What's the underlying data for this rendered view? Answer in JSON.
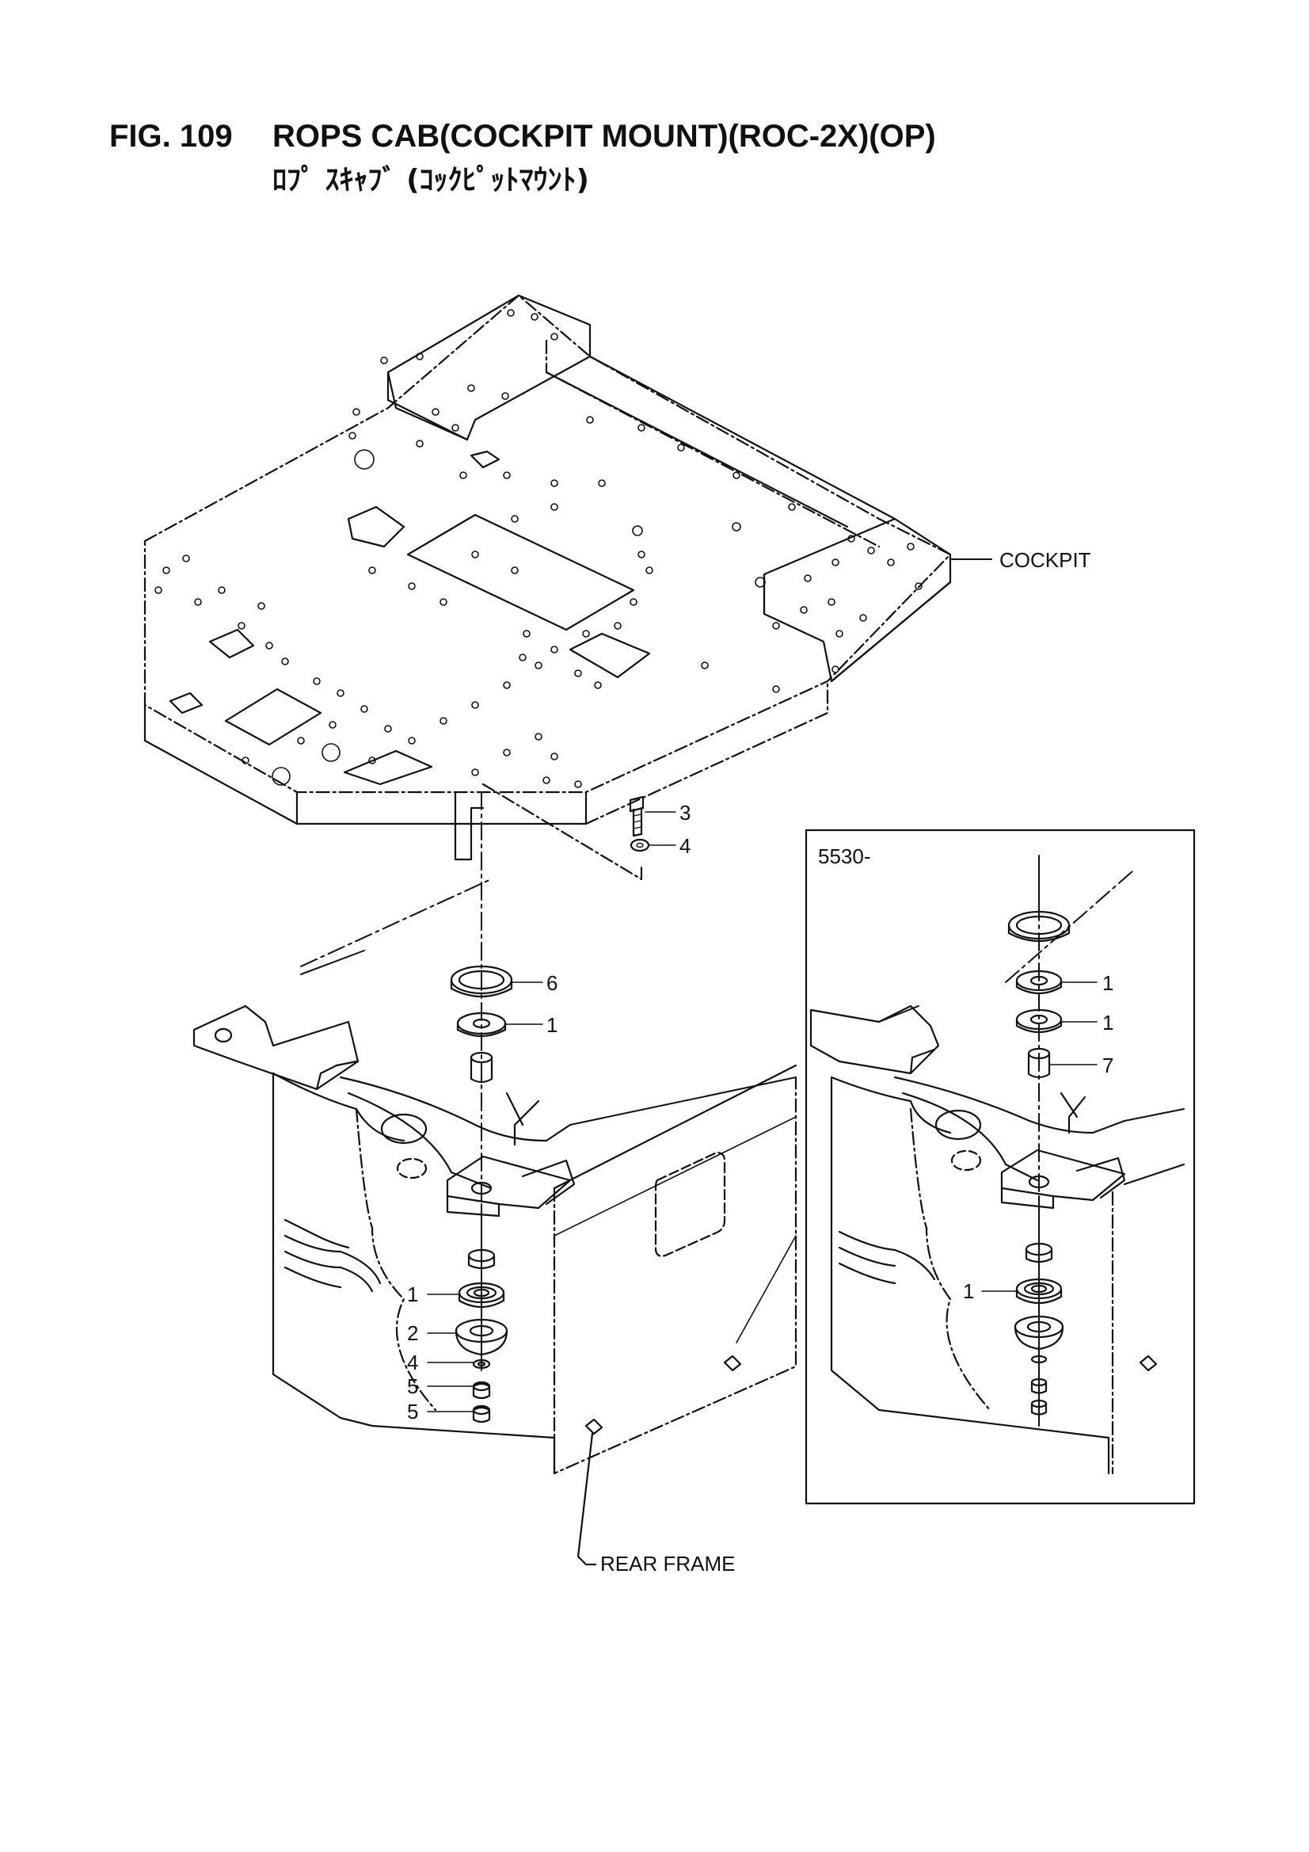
{
  "header": {
    "fig_no": "FIG. 109",
    "title": "ROPS CAB(COCKPIT MOUNT)(ROC-2X)(OP)",
    "subtitle": "ﾛﾌﾟ ｽｷｬﾌﾞ (ｺｯｸﾋﾟｯﾄﾏｳﾝﾄ)"
  },
  "labels": {
    "cockpit": "COCKPIT",
    "rear_frame": "REAR FRAME",
    "inset_serial": "5530-"
  },
  "callouts_main": [
    "3",
    "4",
    "6",
    "1",
    "1",
    "2",
    "4",
    "5",
    "5"
  ],
  "callouts_inset": [
    "1",
    "1",
    "7",
    "1"
  ]
}
